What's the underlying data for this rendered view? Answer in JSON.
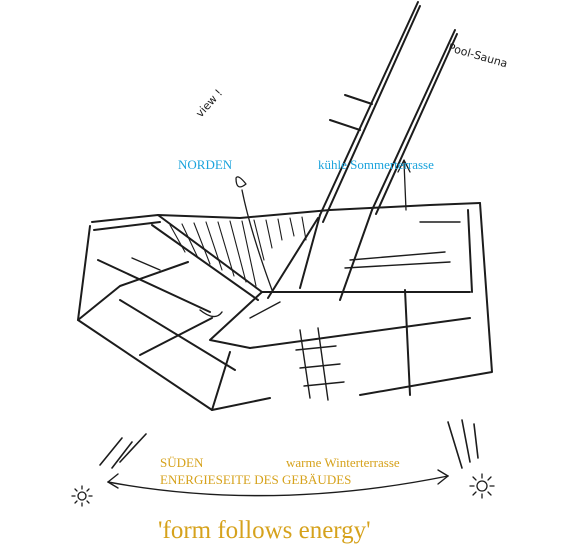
{
  "labels": {
    "north": "NORDEN",
    "summer_terrace": "kühle Sommerterrasse",
    "south": "SÜDEN",
    "energy_side": "ENERGIESEITE DES GEBÄUDES",
    "winter_terrace": "warme Winterterrasse",
    "motto": "'form follows energy'"
  },
  "handwriting": {
    "pool_sauna": "Pool-Sauna",
    "view": "view !"
  },
  "colors": {
    "north_text": "#1aa3dc",
    "south_text": "#d6a21c",
    "ink": "#1c1c1c"
  },
  "icons": [
    "sun-icon",
    "sun-icon",
    "sun-ray-mark-icon",
    "sun-ray-mark-icon"
  ]
}
